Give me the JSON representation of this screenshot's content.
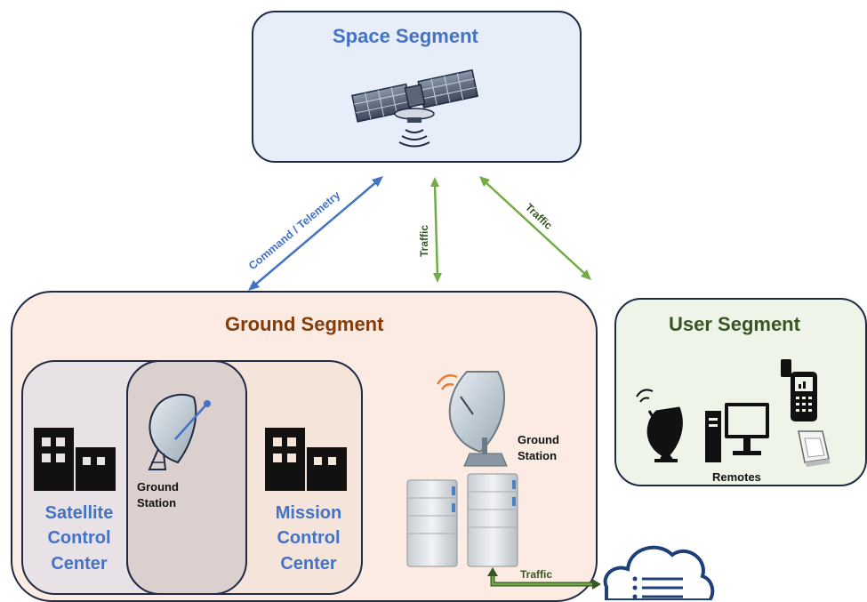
{
  "space_segment": {
    "title": "Space Segment",
    "icon": "satellite-icon"
  },
  "ground_segment": {
    "title": "Ground Segment",
    "satellite_control_center": [
      "Satellite",
      "Control",
      "Center"
    ],
    "mission_control_center": [
      "Mission",
      "Control",
      "Center"
    ],
    "inner_ground_station": [
      "Ground",
      "Station"
    ],
    "ground_station": [
      "Ground",
      "Station"
    ]
  },
  "user_segment": {
    "title": "User Segment",
    "remotes_label": "Remotes"
  },
  "links": {
    "command_telemetry": "Command / Telemetry",
    "traffic_ground": "Traffic",
    "traffic_user": "Traffic",
    "traffic_cloud": "Traffic"
  },
  "colors": {
    "space_title": "#4472c4",
    "ground_title": "#843c0c",
    "user_title": "#375623",
    "command_arrow": "#4472c4",
    "traffic_arrow": "#70ad47",
    "traffic_text": "#375623"
  }
}
